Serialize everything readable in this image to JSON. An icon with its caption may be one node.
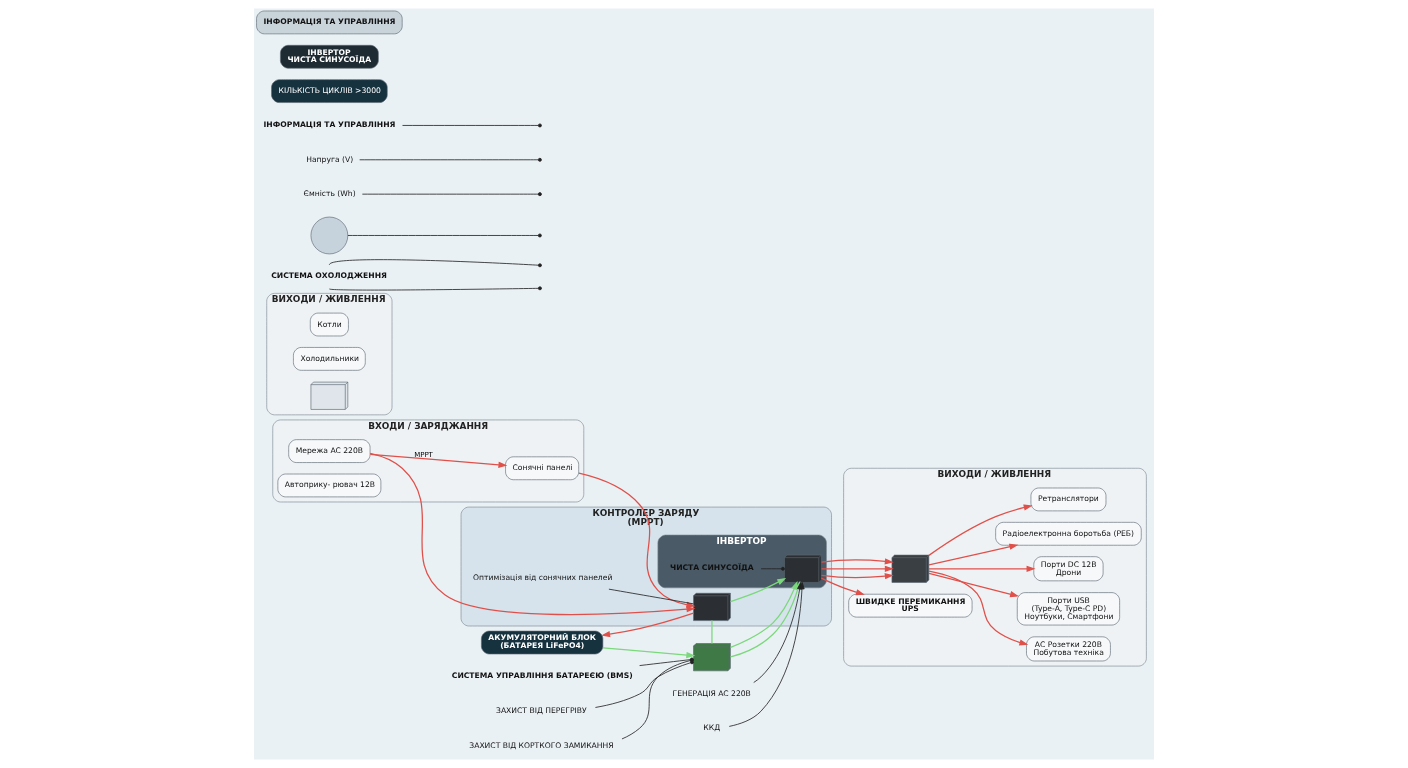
{
  "diagram": {
    "nodes": [
      {
        "text": [
          "ВХОДИ / ЗАРЯДЖАННЯ"
        ]
      },
      {
        "text": [
          "Мережа AC 220В"
        ],
        "in": 0
      },
      {
        "text": [
          "Сонячні панелі"
        ],
        "in": 0
      },
      {
        "text": [
          "Автоприку- рювач 12В"
        ],
        "in": 0
      },
      {
        "text": [
          "ВИХОДИ / ЖИВЛЕННЯ"
        ]
      },
      {
        "text": [
          "Котли"
        ],
        "in": 4
      },
      {
        "text": [
          "Холодильники"
        ],
        "in": 4
      },
      {
        "text": [],
        "shape": "picture",
        "in": 4
      },
      {
        "text": [
          "СИСТЕМА ОХОЛОДЖЕННЯ"
        ]
      },
      {
        "text": [],
        "shape": "circle"
      },
      {
        "text": [
          "Ємність (Wh)"
        ]
      },
      {
        "text": [
          "Напруга (V)"
        ]
      },
      {
        "text": [
          "ІНФОРМАЦІЯ ТА УПРАВЛІННЯ"
        ]
      },
      {
        "text": [
          "АКУМУЛЯТОРНИЙ БЛОК",
          "(БАТАРЕЯ LiFePO4)"
        ]
      },
      {
        "text": [
          "КІЛЬКІСТЬ ЦИКЛІВ >3000"
        ]
      },
      {
        "text": [],
        "shape": "picture"
      },
      {
        "text": [
          "СИСТЕМА УПРАВЛІННЯ БАТАРЕЄЮ (BMS)"
        ]
      },
      {
        "text": [
          "ЗАХИСТ ВІД ПЕРЕГРІВУ"
        ]
      },
      {
        "text": [
          "ЗАХИСТ ВІД КОРТКОГО ЗАМИКАННЯ"
        ]
      },
      {
        "text": [
          "ІНВЕРТОР",
          "ЧИСТА СИНУСОЇДА"
        ]
      },
      {
        "text": [
          "КОНТРОЛЕР ЗАРЯДУ",
          "(MPPT)"
        ]
      },
      {
        "text": [],
        "shape": "picture",
        "in": 20
      },
      {
        "text": [
          "Оптимізація від сонячних панелей"
        ],
        "in": 20
      },
      {
        "text": [
          "ІНВЕРТОР"
        ],
        "in": 20
      },
      {
        "text": [],
        "shape": "picture",
        "in": 23
      },
      {
        "text": [
          "ЧИСТА СИНУСОЇДА"
        ],
        "in": 23
      },
      {
        "text": [
          "ІНФОРМАЦІЯ ТА УПРАВЛІННЯ"
        ]
      },
      {
        "text": [
          "ГЕНЕРАЦІЯ AC 220В"
        ]
      },
      {
        "text": [
          "ККД"
        ]
      },
      {
        "text": [
          "ВИХОДИ / ЖИВЛЕННЯ"
        ]
      },
      {
        "text": [],
        "shape": "picture",
        "in": 29
      },
      {
        "text": [
          "АС Розетки 220В",
          "Побутова техніка"
        ],
        "in": 29
      },
      {
        "text": [
          "Порти USB",
          "(Type-A, Type-C PD)",
          "Ноутбуки, Смартфони"
        ],
        "in": 29
      },
      {
        "text": [
          "Порти DC 12В",
          "Дрони"
        ],
        "in": 29
      },
      {
        "text": [
          "Радіоелектронна боротьба (РЕБ)"
        ],
        "in": 29
      },
      {
        "text": [
          "Ретранслятори"
        ],
        "in": 29
      },
      {
        "text": [
          "ШВИДКЕ ПЕРЕМИКАННЯ",
          "UPS"
        ],
        "in": 29
      }
    ],
    "edges": [
      {
        "from": 1,
        "to": 2,
        "arrow": "to",
        "label": "MPPT"
      },
      {
        "from": 1,
        "to": 21,
        "arrow": "to"
      },
      {
        "from": 2,
        "to": 21,
        "arrow": "to"
      },
      {
        "from": 21,
        "to": 13,
        "arrow": "to"
      },
      {
        "from": 13,
        "to": 15,
        "arrow": "to",
        "color": "#7bd87b"
      },
      {
        "from": 15,
        "to": 21,
        "arrow": "none",
        "color": "#7bd87b"
      },
      {
        "from": 21,
        "to": 24,
        "arrow": "to",
        "color": "#7bd87b"
      },
      {
        "from": 15,
        "to": 24,
        "arrow": "to",
        "color": "#7bd87b"
      },
      {
        "from": 15,
        "to": 24,
        "arrow": "to",
        "color": "#7bd87b"
      },
      {
        "from": 24,
        "to": 30,
        "arrow": "to"
      },
      {
        "from": 24,
        "to": 30,
        "arrow": "to"
      },
      {
        "from": 24,
        "to": 30,
        "arrow": "to"
      },
      {
        "from": 24,
        "to": 36,
        "arrow": "to"
      },
      {
        "from": 30,
        "to": 31,
        "arrow": "to"
      },
      {
        "from": 30,
        "to": 32,
        "arrow": "to"
      },
      {
        "from": 30,
        "to": 33,
        "arrow": "to"
      },
      {
        "from": 30,
        "to": 34,
        "arrow": "to"
      },
      {
        "from": 30,
        "to": 35,
        "arrow": "to"
      },
      {
        "from": 27,
        "to": 24,
        "arrow": "to",
        "color": "#222222"
      },
      {
        "from": 28,
        "to": 24,
        "arrow": "to",
        "color": "#222222"
      },
      {
        "from": 8,
        "to": null,
        "arrow": "other",
        "color": "#222222"
      },
      {
        "from": 8,
        "to": null,
        "arrow": "other",
        "color": "#222222"
      },
      {
        "from": 9,
        "to": null,
        "arrow": "other",
        "color": "#222222"
      },
      {
        "from": 10,
        "to": null,
        "arrow": "other",
        "color": "#222222"
      },
      {
        "from": 11,
        "to": null,
        "arrow": "other",
        "color": "#222222"
      },
      {
        "from": 12,
        "to": null,
        "arrow": "other",
        "color": "#222222"
      },
      {
        "from": 16,
        "to": 15,
        "arrow": "other",
        "color": "#222222"
      },
      {
        "from": 17,
        "to": 15,
        "arrow": "other",
        "color": "#222222"
      },
      {
        "from": 18,
        "to": 15,
        "arrow": "other",
        "color": "#222222"
      },
      {
        "from": 22,
        "to": 21,
        "arrow": "none",
        "color": "#222222"
      },
      {
        "from": 25,
        "to": 24,
        "arrow": "other",
        "color": "#222222"
      }
    ]
  }
}
